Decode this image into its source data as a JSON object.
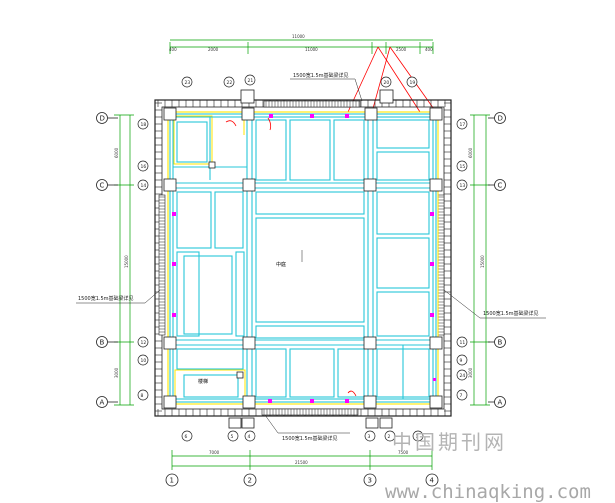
{
  "dims": {
    "top_overall": "11000",
    "top_seg_1": "2000",
    "top_seg_2": "11000",
    "top_seg_3": "2500",
    "top_seg_4": "400",
    "top_seg_0": "400",
    "bottom_seg_1": "7000",
    "bottom_seg_2": "7500",
    "bottom_overall": "21500",
    "left_seg_1": "6000",
    "left_seg_2": "15000",
    "left_seg_3": "3000",
    "right_seg_1": "6000",
    "right_seg_2": "15000",
    "right_seg_3": "3000"
  },
  "grid_bubbles": {
    "rows": [
      "D",
      "C",
      "B",
      "A"
    ],
    "cols": [
      "1",
      "2",
      "3",
      "4"
    ]
  },
  "small_bubbles": [
    "23",
    "22",
    "21",
    "20",
    "19",
    "18",
    "17",
    "16",
    "15",
    "14",
    "13",
    "12",
    "11",
    "10",
    "9",
    "8",
    "7",
    "6",
    "5",
    "4",
    "3",
    "2",
    "1",
    "24"
  ],
  "rooms": {
    "center": "中庭",
    "bottom_left": "楼梯"
  },
  "notes": {
    "top": "1500宽1.5m基础梁详见",
    "left": "1500宽1.5m基础梁详见",
    "right": "1500宽1.5m基础梁详见",
    "bottom": "1500宽1.5m基础梁详见"
  },
  "watermark": {
    "cn": "中国期刊网",
    "url": "www.chinaqking.com"
  },
  "colors": {
    "outer_wall": "#222222",
    "yellow_line": "#ffe600",
    "beam": "#27c7d8",
    "pile": "#ff00ff",
    "dim_line": "#00a000",
    "leader": "#ff0000"
  }
}
